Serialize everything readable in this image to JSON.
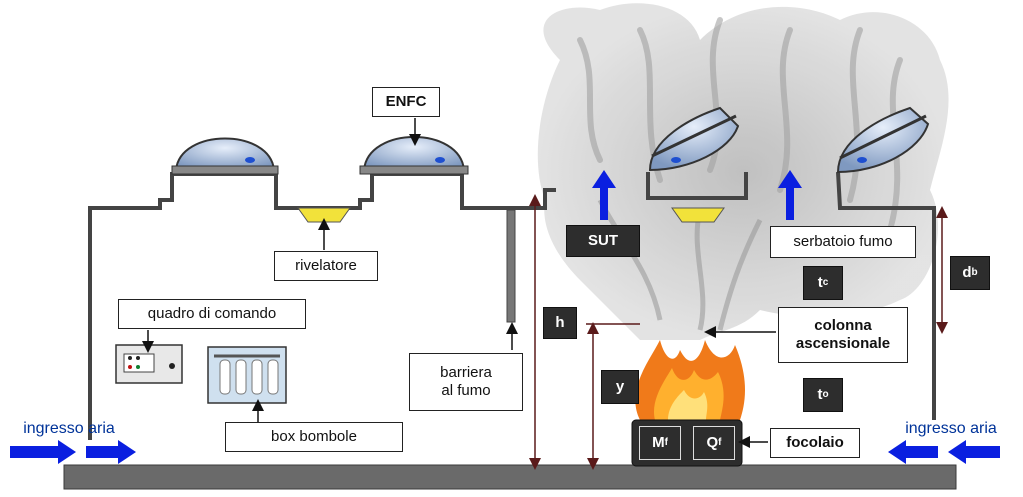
{
  "labels": {
    "enfc": "ENFC",
    "rivelatore": "rivelatore",
    "quadro": "quadro di comando",
    "box_bombole": "box bombole",
    "barriera_1": "barriera",
    "barriera_2": "al fumo",
    "ingresso_left": "ingresso aria",
    "ingresso_right": "ingresso aria",
    "sut": "SUT",
    "serbatoio": "serbatoio fumo",
    "colonna_1": "colonna",
    "colonna_2": "ascensionale",
    "focolaio": "focolaio",
    "h": "h",
    "y": "y",
    "t": "t",
    "tc_sub": "c",
    "to_sub": "o",
    "d": "d",
    "db_sub": "b",
    "m": "M",
    "qf": "Q",
    "f_sub": "f"
  },
  "colors": {
    "arrow_blue": "#0a1fe0",
    "dome_blue": "#9fb6d6",
    "detector_yellow": "#f2e23a",
    "wall_grey": "#444444",
    "floor_grey": "#6a6a6a",
    "smoke_grey": "#c9c9c9",
    "fire_orange": "#f07a1a",
    "dim_line": "#5a1a1a"
  }
}
